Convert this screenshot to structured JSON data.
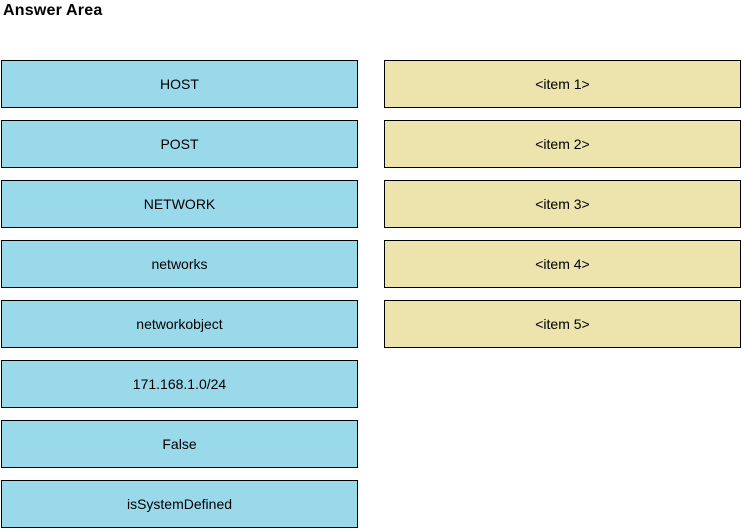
{
  "page": {
    "title": "Answer Area"
  },
  "colors": {
    "source_bg": "#99d9ea",
    "target_bg": "#ede3ac",
    "border": "#000000",
    "background": "#ffffff",
    "text": "#000000"
  },
  "source_items": [
    {
      "label": "HOST"
    },
    {
      "label": "POST"
    },
    {
      "label": "NETWORK"
    },
    {
      "label": "networks"
    },
    {
      "label": "networkobject"
    },
    {
      "label": "171.168.1.0/24"
    },
    {
      "label": "False"
    },
    {
      "label": "isSystemDefined"
    }
  ],
  "target_items": [
    {
      "label": "<item 1>"
    },
    {
      "label": "<item 2>"
    },
    {
      "label": "<item 3>"
    },
    {
      "label": "<item 4>"
    },
    {
      "label": "<item 5>"
    }
  ]
}
